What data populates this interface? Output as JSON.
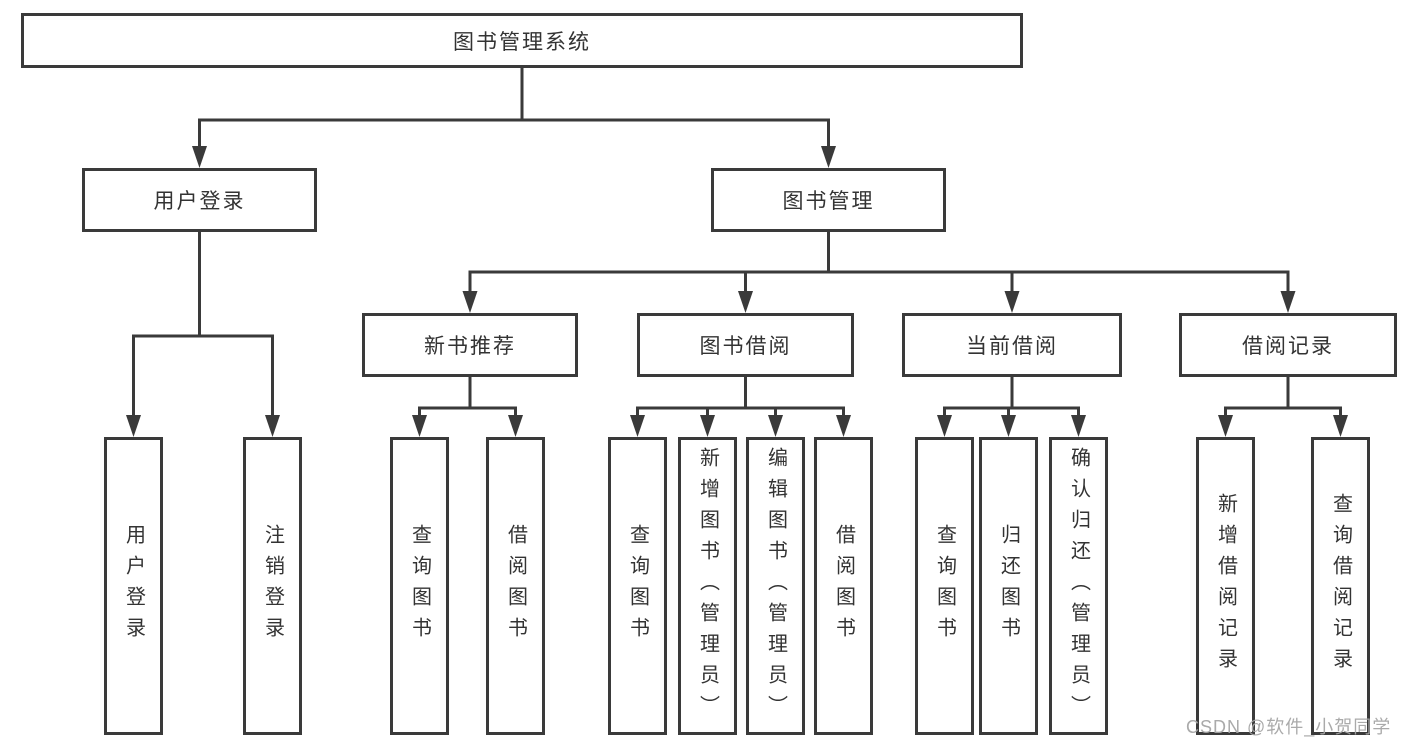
{
  "diagram": {
    "root": {
      "label": "图书管理系统"
    },
    "branches": [
      {
        "label": "用户登录",
        "children": [
          {
            "label": "用户登录"
          },
          {
            "label": "注销登录"
          }
        ]
      },
      {
        "label": "图书管理",
        "children": [
          {
            "label": "新书推荐",
            "children": [
              {
                "label": "查询图书"
              },
              {
                "label": "借阅图书"
              }
            ]
          },
          {
            "label": "图书借阅",
            "children": [
              {
                "label": "查询图书"
              },
              {
                "label": "新增图书（管理员）"
              },
              {
                "label": "编辑图书（管理员）"
              },
              {
                "label": "借阅图书"
              }
            ]
          },
          {
            "label": "当前借阅",
            "children": [
              {
                "label": "查询图书"
              },
              {
                "label": "归还图书"
              },
              {
                "label": "确认归还（管理员）"
              }
            ]
          },
          {
            "label": "借阅记录",
            "children": [
              {
                "label": "新增借阅记录"
              },
              {
                "label": "查询借阅记录"
              }
            ]
          }
        ]
      }
    ],
    "watermark": "CSDN @软件_小贺同学",
    "colors": {
      "line": "#3a3a3a",
      "text": "#333333",
      "watermark": "#a5a5a5",
      "background": "#ffffff"
    }
  }
}
